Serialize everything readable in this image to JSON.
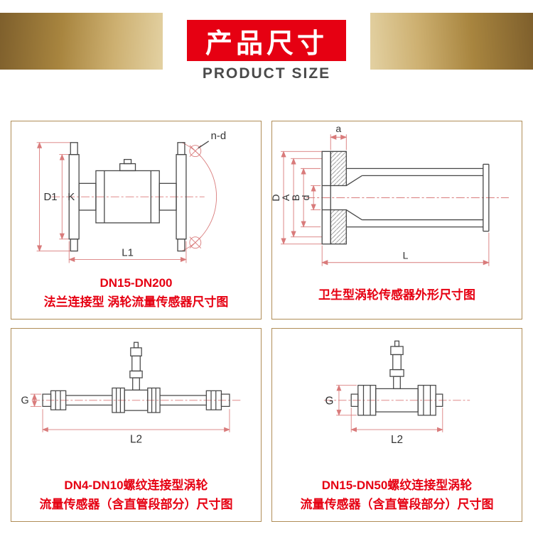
{
  "header": {
    "title_cn": "产品尺寸",
    "title_en": "PRODUCT SIZE"
  },
  "panels": [
    {
      "id": "flange-sensor",
      "caption_lines": [
        "DN15-DN200",
        "法兰连接型 涡轮流量传感器尺寸图"
      ],
      "dims": {
        "d1": "D1",
        "k": "K",
        "l1": "L1",
        "nd": "n-d"
      }
    },
    {
      "id": "sanitary-sensor",
      "caption_lines": [
        "卫生型涡轮传感器外形尺寸图"
      ],
      "dims": {
        "D": "D",
        "A": "A",
        "B": "B",
        "d": "d",
        "a": "a",
        "L": "L"
      }
    },
    {
      "id": "thread-small-sensor",
      "caption_lines": [
        "DN4-DN10螺纹连接型涡轮",
        "流量传感器（含直管段部分）尺寸图"
      ],
      "dims": {
        "g": "G",
        "l2": "L2"
      }
    },
    {
      "id": "thread-large-sensor",
      "caption_lines": [
        "DN15-DN50螺纹连接型涡轮",
        "流量传感器（含直管段部分）尺寸图"
      ],
      "dims": {
        "g": "G",
        "l2": "L2"
      }
    }
  ],
  "colors": {
    "banner_red": "#e60012",
    "caption_red": "#e60012",
    "gold_dark": "#7e5f2c",
    "gold_light": "#e3d1a2",
    "outline_dark": "#474747",
    "dimension_line": "#d97b7b"
  }
}
